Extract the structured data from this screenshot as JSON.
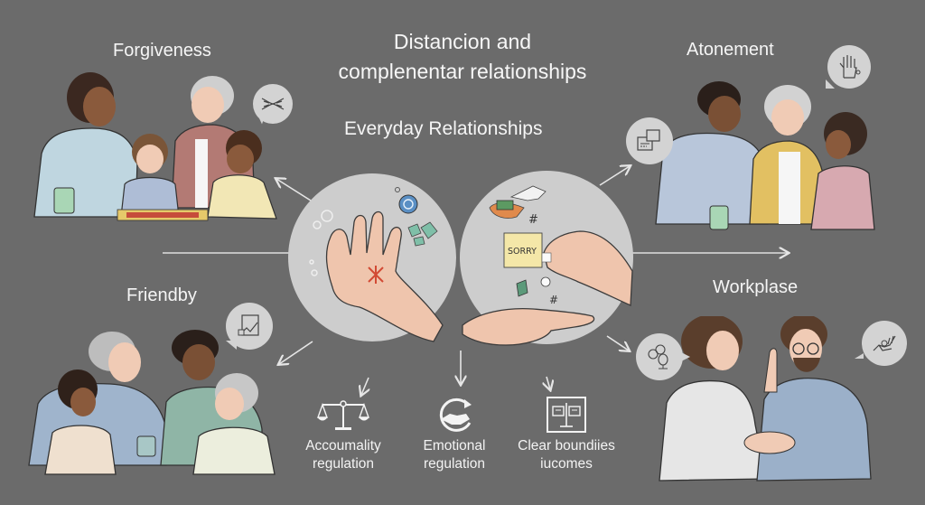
{
  "header": {
    "title_line1": "Distancion and",
    "title_line2": "complenentar relationships",
    "subtitle": "Everyday Relationships"
  },
  "sections": {
    "forgiveness": {
      "label": "Forgiveness",
      "bubble_icon": "hands-clasped-icon"
    },
    "atonement": {
      "label": "Atonement",
      "bubble_icon": "raised-hand-icon",
      "side_icon": "chat-window-icon"
    },
    "friendby": {
      "label": "Friendby",
      "bubble_icon": "handshake-note-icon"
    },
    "workplase": {
      "label": "Workplase",
      "bubble_icon": "open-palm-icon",
      "side_icon": "people-group-icon"
    }
  },
  "venn": {
    "left_circle": {
      "description": "Open palm with red mark",
      "icons": [
        "clock-icon",
        "broken-pieces-icon",
        "bubbles-icon"
      ]
    },
    "right_circle": {
      "description": "Hand passing SORRY note to open palm",
      "note_text": "SORRY",
      "symbols": [
        "#",
        "#"
      ]
    },
    "overlap_color": "#ededed",
    "circle_color": "#cfcfcf"
  },
  "concepts": [
    {
      "line1": "Accoumality",
      "line2": "regulation",
      "icon": "scales-icon"
    },
    {
      "line1": "Emotional",
      "line2": "regulation",
      "icon": "handshake-cycle-icon"
    },
    {
      "line1": "Clear boundiies",
      "line2": "iucomes",
      "icon": "boundary-board-icon"
    }
  ],
  "colors": {
    "background": "#6b6b6b",
    "text": "#f5f5f5",
    "arrow": "#e6e6e6",
    "bubble": "#d3d3d3"
  }
}
